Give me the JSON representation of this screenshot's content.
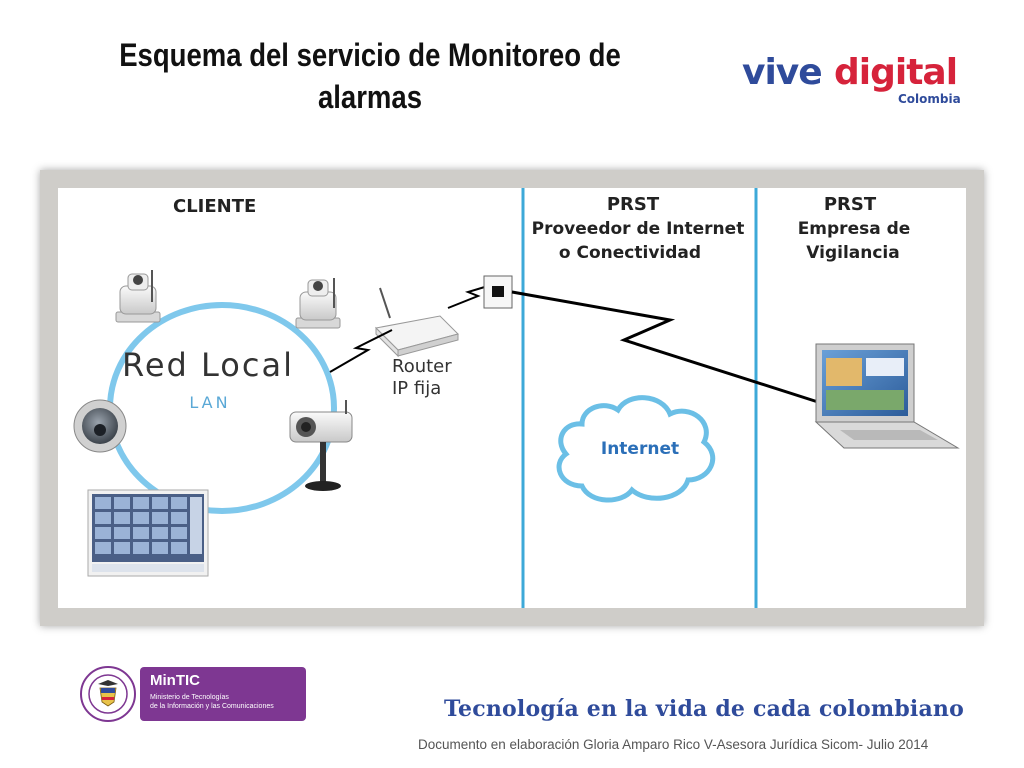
{
  "slide": {
    "title": "Esquema del servicio de Monitoreo de alarmas",
    "slogan": "Tecnología en la vida de cada colombiano",
    "footnote": "Documento en elaboración Gloria Amparo Rico V-Asesora Jurídica Sicom- Julio 2014"
  },
  "logo": {
    "vive": "vive",
    "digital": "digital",
    "country": "Colombia",
    "colors": {
      "blue": "#2f4b9b",
      "red": "#d6233b"
    }
  },
  "diagram": {
    "zones": [
      {
        "heading_lines": [
          "CLIENTE"
        ]
      },
      {
        "heading_lines": [
          "PRST",
          "Proveedor de Internet",
          "o Conectividad"
        ]
      },
      {
        "heading_lines": [
          "PRST",
          "Empresa de",
          "Vigilancia"
        ]
      }
    ],
    "lan_label": "Red Local",
    "lan_sub": "LAN",
    "router_label_1": "Router",
    "router_label_2": "IP fija",
    "internet_label": "Internet",
    "icons": [
      "ptz-camera-icon",
      "ptz-camera-icon",
      "dome-camera-icon",
      "bullet-camera-icon",
      "monitor-grid-icon",
      "router-icon",
      "network-jack-icon",
      "cloud-icon",
      "laptop-icon"
    ],
    "colors": {
      "divider": "#3da9d8",
      "lan_ring": "#7fc8ec",
      "link": "#000000",
      "internet_text": "#2b6fb8"
    }
  },
  "footer": {
    "mintic_name": "MinTIC",
    "mintic_sub_1": "Ministerio de Tecnologías",
    "mintic_sub_2": "de la Información y las Comunicaciones",
    "mintic_color": "#7e3792"
  }
}
